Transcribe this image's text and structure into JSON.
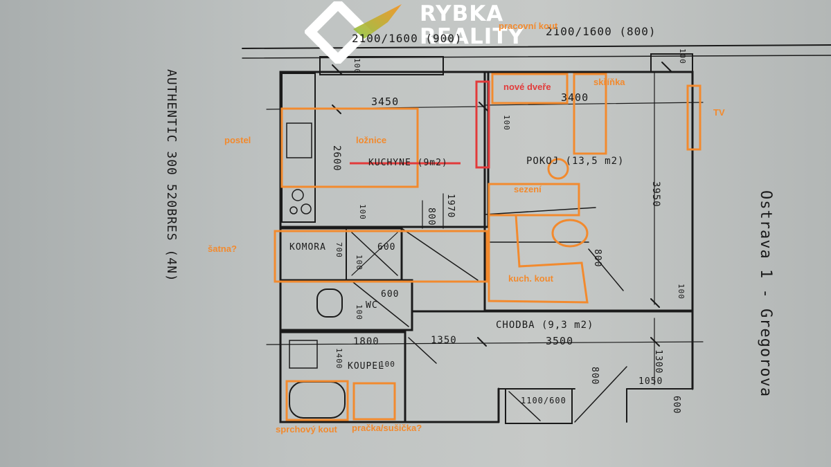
{
  "logo": {
    "brand_line1": "RYBKA",
    "brand_line2": "REALITY"
  },
  "handwriting": {
    "side_note": "AUTHENTIC 300 520BRES (4N)",
    "street": "Ostrava 1 - Gregorova",
    "window_left": "2100/1600 (900)",
    "window_right": "2100/1600 (800)",
    "dim_3450": "3450",
    "dim_3400": "3400",
    "dim_2600": "2600",
    "dim_3950": "3950",
    "dim_3500": "3500",
    "dim_1350": "1350",
    "dim_1300": "1300",
    "dim_1800": "1800",
    "dim_1050": "1050",
    "dim_600a": "600",
    "dim_600b": "600",
    "dim_600c": "600",
    "dim_800a": "800",
    "dim_800b": "800",
    "dim_800c": "800",
    "dim_1970": "1970",
    "dim_100a": "100",
    "dim_100b": "100",
    "dim_100c": "100",
    "dim_100d": "100",
    "dim_100e": "100",
    "dim_100f": "100",
    "dim_100g": "100",
    "dim_100h": "100",
    "dim_700": "700",
    "dim_1400": "1400",
    "door_1100": "1100/600",
    "room_kuchyne": "KUCHYNE (9m2)",
    "room_pokoj": "POKOJ (13,5 m2)",
    "room_komora": "KOMORA",
    "room_wc": "WC",
    "room_koupel": "KOUPEL",
    "room_chodba": "CHODBA (9,3 m2)"
  },
  "annotations": {
    "pracovni_kout": "pracovní kout",
    "nove_dvere": "nové dveře",
    "skrin": "skříňka",
    "tv": "TV",
    "postel": "postel",
    "loznice": "ložnice",
    "sezeni": "sezení",
    "satna": "šatna?",
    "kuch_kout": "kuch. kout",
    "sprchovy_kout": "sprchový kout",
    "pracka": "pračka/sušička?"
  },
  "colors": {
    "annotation_orange": "#f28a2e",
    "annotation_red": "#e23a3a",
    "ink": "#1a1a1a",
    "logo_white": "#ffffff",
    "logo_gradient_start": "#8cc63f",
    "logo_gradient_end": "#f7931e"
  }
}
